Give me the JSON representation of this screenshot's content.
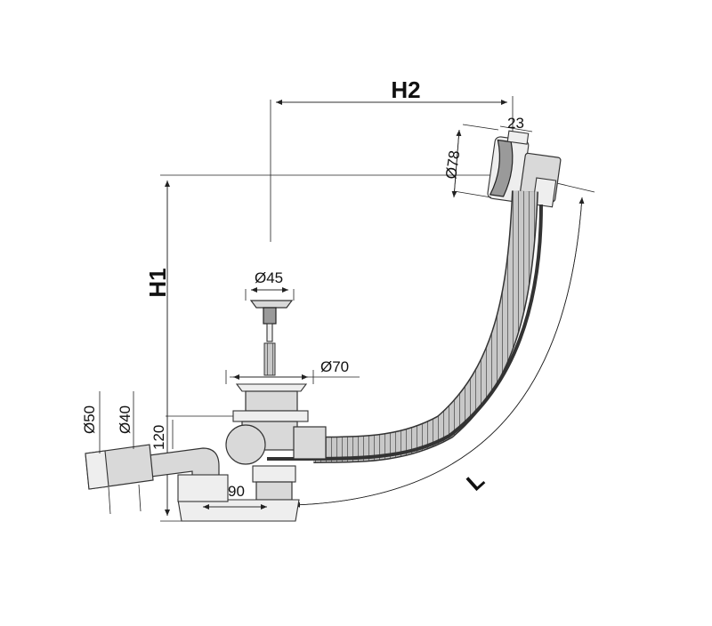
{
  "dimensions": {
    "h2": "H2",
    "h1": "H1",
    "l": "L",
    "d78": "Ø78",
    "d23": "23",
    "d45": "Ø45",
    "d70": "Ø70",
    "d50": "Ø50",
    "d40": "Ø40",
    "d120": "120",
    "d90": "90"
  },
  "colors": {
    "line": "#222222",
    "metal": "#d9d9d9",
    "hose": "#bdbdbd",
    "cable": "#333333"
  }
}
